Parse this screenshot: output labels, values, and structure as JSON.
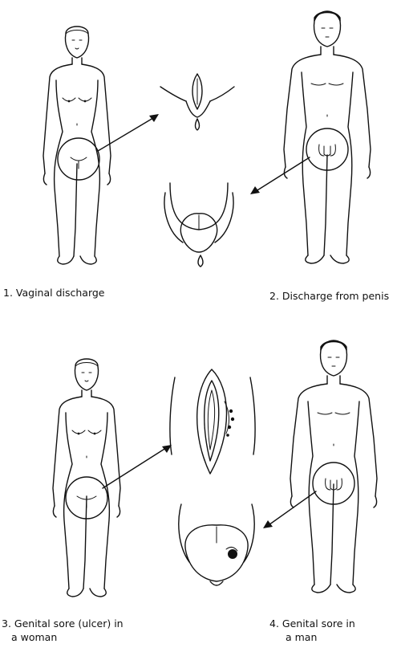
{
  "captions": {
    "c1": "1. Vaginal discharge",
    "c2": "2. Discharge from penis",
    "c3_line1": "3. Genital sore (ulcer) in",
    "c3_line2": "a woman",
    "c4_line1": "4. Genital sore in",
    "c4_line2": "a man"
  }
}
